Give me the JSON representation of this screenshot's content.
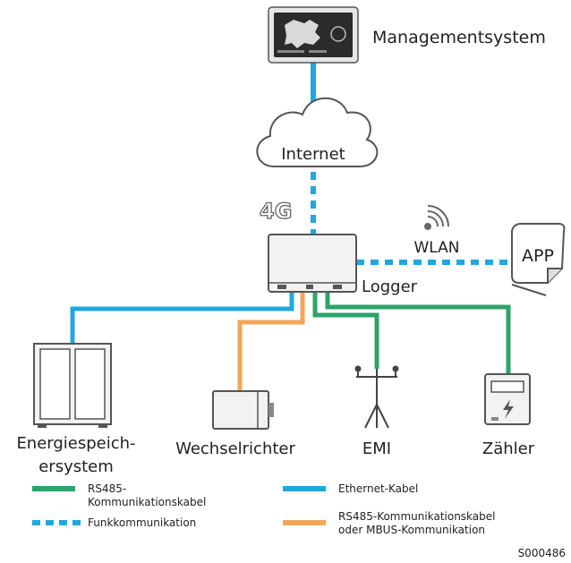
{
  "nodes": {
    "management": "Managementsystem",
    "internet": "Internet",
    "cellular": "4G",
    "wlan": "WLAN",
    "app": "APP",
    "logger": "Logger",
    "storage_line1": "Energiespeich-",
    "storage_line2": "ersystem",
    "inverter": "Wechselrichter",
    "emi": "EMI",
    "meter": "Zähler"
  },
  "legend": {
    "rs485_line1": "RS485-",
    "rs485_line2": "Kommunikationskabel",
    "wireless": "Funkkommunikation",
    "ethernet": "Ethernet-Kabel",
    "rs485_mbus_line1": "RS485-Kommunikationskabel",
    "rs485_mbus_line2": "oder MBUS-Kommunikation"
  },
  "figure_id": "S000486",
  "colors": {
    "ethernet": "#1fa8e0",
    "rs485": "#2ea36b",
    "rs485_mbus": "#f2a65a",
    "wireless": "#1fa8e0",
    "device_outline": "#555555",
    "device_fill": "#f2f2f2"
  }
}
